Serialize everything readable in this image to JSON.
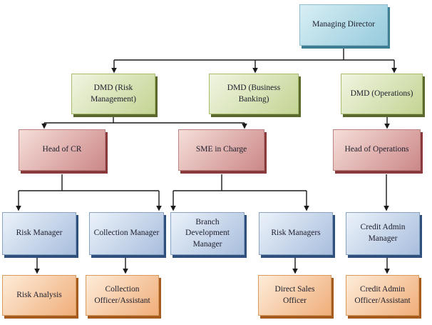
{
  "diagram": {
    "type": "org-chart",
    "nodes": {
      "managing_director": {
        "label": "Managing Director",
        "level": 1
      },
      "dmd_risk": {
        "label": "DMD (Risk Management)",
        "level": 2
      },
      "dmd_business": {
        "label": "DMD (Business Banking)",
        "level": 2
      },
      "dmd_operations": {
        "label": "DMD (Operations)",
        "level": 2
      },
      "head_cr": {
        "label": "Head of CR",
        "level": 3
      },
      "sme_in_charge": {
        "label": "SME in Charge",
        "level": 3
      },
      "head_operations": {
        "label": "Head of Operations",
        "level": 3
      },
      "risk_manager": {
        "label": "Risk Manager",
        "level": 4
      },
      "collection_manager": {
        "label": "Collection Manager",
        "level": 4
      },
      "branch_dev_manager": {
        "label": "Branch Development Manager",
        "level": 4
      },
      "risk_managers": {
        "label": "Risk Managers",
        "level": 4
      },
      "credit_admin_manager": {
        "label": "Credit Admin Manager",
        "level": 4
      },
      "risk_analysis": {
        "label": "Risk Analysis",
        "level": 5
      },
      "collection_officer": {
        "label": "Collection Officer/Assistant",
        "level": 5
      },
      "direct_sales_officer": {
        "label": "Direct Sales Officer",
        "level": 5
      },
      "credit_admin_officer": {
        "label": "Credit Admin Officer/Assistant",
        "level": 5
      }
    },
    "edges": [
      {
        "from": "managing_director",
        "to": "dmd_risk"
      },
      {
        "from": "managing_director",
        "to": "dmd_business"
      },
      {
        "from": "managing_director",
        "to": "dmd_operations"
      },
      {
        "from": "dmd_risk",
        "to": "head_cr"
      },
      {
        "from": "dmd_risk",
        "to": "sme_in_charge"
      },
      {
        "from": "dmd_operations",
        "to": "head_operations"
      },
      {
        "from": "head_cr",
        "to": "risk_manager"
      },
      {
        "from": "head_cr",
        "to": "collection_manager"
      },
      {
        "from": "sme_in_charge",
        "to": "branch_dev_manager"
      },
      {
        "from": "sme_in_charge",
        "to": "risk_managers"
      },
      {
        "from": "head_operations",
        "to": "credit_admin_manager"
      },
      {
        "from": "risk_manager",
        "to": "risk_analysis"
      },
      {
        "from": "collection_manager",
        "to": "collection_officer"
      },
      {
        "from": "risk_managers",
        "to": "direct_sales_officer"
      },
      {
        "from": "credit_admin_manager",
        "to": "credit_admin_officer"
      }
    ],
    "palette": {
      "bg": "#ffffff",
      "line_color": "#1a1a1a",
      "text_color": "#20202e",
      "l1_top": "#d8eef4",
      "l1_bot": "#96cbdd",
      "l1_shadow": "#3e7f95",
      "l1_border": "#8fbecd",
      "l2_top": "#f0f5e1",
      "l2_bot": "#c4d494",
      "l2_shadow": "#5b6a2c",
      "l2_border": "#a9bb6e",
      "l3_top": "#f5ded9",
      "l3_bot": "#cc8888",
      "l3_shadow": "#8a3a3a",
      "l3_border": "#bc8181",
      "l4_top": "#ebf2fa",
      "l4_bot": "#a9bedd",
      "l4_shadow": "#2f4f7c",
      "l4_border": "#8aa3c4",
      "l5_top": "#fdecd9",
      "l5_bot": "#f0ae7a",
      "l5_shadow": "#a65c1e",
      "l5_border": "#d99c5e"
    }
  }
}
